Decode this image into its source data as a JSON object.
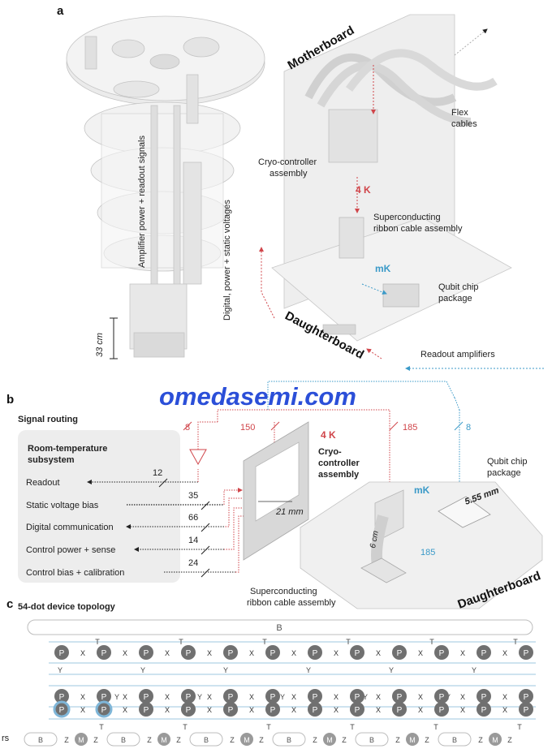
{
  "panels": {
    "a": "a",
    "b": "b",
    "c": "c"
  },
  "panel_a": {
    "vertical_labels": {
      "amplifier": "Amplifier power + readout signals",
      "digital": "Digital, power + static voltages"
    },
    "scale_label": "33 cm",
    "motherboard": "Motherboard",
    "daughterboard": "Daughterboard",
    "flex_cables": [
      "Flex",
      "cables"
    ],
    "cryo_controller": [
      "Cryo-controller",
      "assembly"
    ],
    "four_k": "4 K",
    "ribbon": [
      "Superconducting",
      "ribbon cable assembly"
    ],
    "mk": "mK",
    "qubit_pkg": [
      "Qubit chip",
      "package"
    ],
    "readout_amps": "Readout amplifiers"
  },
  "watermark": "omedasemi.com",
  "panel_b": {
    "signal_routing": "Signal routing",
    "room_temp": [
      "Room-temperature",
      "subsystem"
    ],
    "rows": [
      {
        "label": "Readout",
        "count": "12"
      },
      {
        "label": "Static voltage bias",
        "count": "35"
      },
      {
        "label": "Digital communication",
        "count": "66"
      },
      {
        "label": "Control power + sense",
        "count": "14"
      },
      {
        "label": "Control bias + calibration",
        "count": "24"
      }
    ],
    "top_counts": {
      "c8_red": "8",
      "c150": "150",
      "c185_top": "185",
      "c8_blue": "8"
    },
    "four_k": "4 K",
    "cryo": [
      "Cryo-",
      "controller",
      "assembly"
    ],
    "chip_width": "21 mm",
    "mk": "mK",
    "qubit_pkg": [
      "Qubit chip",
      "package"
    ],
    "chip_size": "5.55 mm",
    "ribbon_len": "6 cm",
    "c185_bottom": "185",
    "ribbon": [
      "Superconducting",
      "ribbon cable assembly"
    ],
    "daughterboard": "Daughterboard"
  },
  "panel_c": {
    "title": "54-dot device topology",
    "top_barrier": "B",
    "dot": "P",
    "x": "X",
    "y": "Y",
    "t": "T",
    "bottom": {
      "b": "B",
      "z": "Z",
      "m": "M"
    },
    "edge_text": "rs"
  },
  "colors": {
    "red": "#d0454a",
    "blue": "#3b9ac8",
    "dot": "#707070",
    "highlight": "#7fb6d8",
    "grid": "#9cc7df"
  }
}
